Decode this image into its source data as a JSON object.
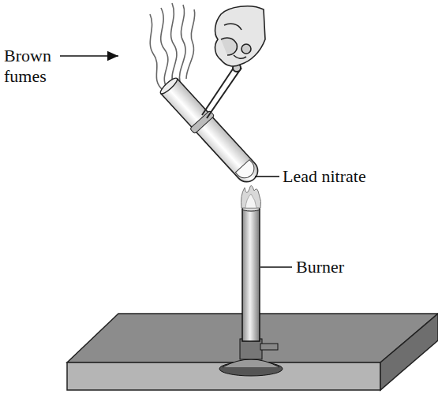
{
  "diagram": {
    "labels": [
      "Brown fumes",
      "Lead nitrate",
      "Burner"
    ]
  }
}
